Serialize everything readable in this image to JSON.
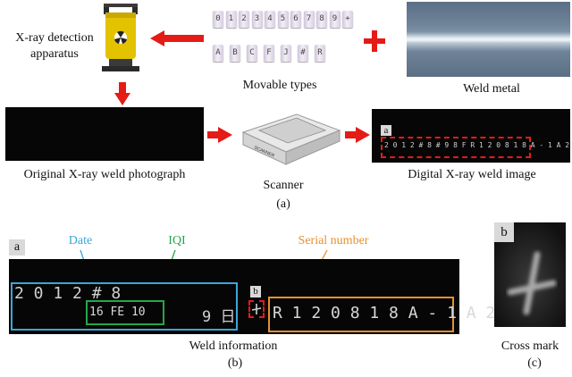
{
  "part_a": {
    "xray_label": "X-ray detection apparatus",
    "movable_label": "Movable types",
    "weld_metal_label": "Weld metal",
    "original_label": "Original X-ray weld photograph",
    "scanner_label": "Scanner",
    "digital_label": "Digital X-ray weld image",
    "caption": "(a)",
    "tag_a": "a",
    "digital_strip_text": "2 0 1 2 # 8 #   9 8 F R 1 2 0 8 1 8 A - 1 A 2",
    "type_row1": [
      "0",
      "1",
      "2",
      "3",
      "4",
      "5",
      "6",
      "7",
      "8",
      "9",
      "+"
    ],
    "type_row2": [
      "A",
      "B",
      "C",
      "F",
      "J",
      "#",
      "R"
    ]
  },
  "part_b": {
    "tag_a": "a",
    "tag_b": "b",
    "date_label": "Date",
    "iqi_label": "IQI",
    "serial_label": "Serial number",
    "date_text": "2 0 1 2  # 8",
    "day_text": "9 日",
    "iqi_text": "16 FE 10",
    "serial_text": "R 1 2 0 8 1 8 A - 1 A 2",
    "weld_info_label": "Weld information",
    "caption": "(b)"
  },
  "part_c": {
    "tag_b": "b",
    "label": "Cross mark",
    "caption": "(c)"
  },
  "colors": {
    "arrow_red": "#e41b17",
    "date_blue": "#3aa6d8",
    "iqi_green": "#25a64a",
    "serial_orange": "#e8902e",
    "box_red": "#e41b17"
  }
}
